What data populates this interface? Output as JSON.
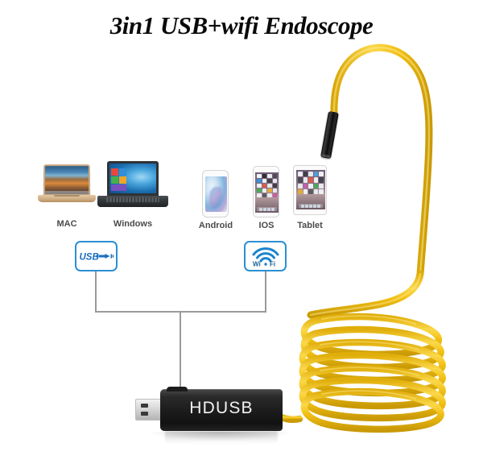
{
  "title": "3in1 USB+wifi Endoscope",
  "devices": [
    {
      "id": "mac",
      "label": "MAC",
      "icon": "macbook-laptop-icon"
    },
    {
      "id": "windows",
      "label": "Windows",
      "icon": "windows-laptop-icon"
    },
    {
      "id": "android",
      "label": "Android",
      "icon": "android-phone-icon"
    },
    {
      "id": "ios",
      "label": "IOS",
      "icon": "iphone-icon"
    },
    {
      "id": "tablet",
      "label": "Tablet",
      "icon": "tablet-icon"
    }
  ],
  "badges": {
    "usb": {
      "label": "USB",
      "icon": "usb-logo-icon"
    },
    "wifi": {
      "label_left": "Wi",
      "label_right": "Fi",
      "icon": "wifi-signal-icon"
    }
  },
  "product": {
    "brand_label": "HDUSB",
    "connector": "usb-a-plug-icon",
    "cable_color": "#F2C014",
    "body_color": "#1b1b1b",
    "camera_head": "endoscope-camera-head-icon"
  },
  "colors": {
    "accent_blue": "#2B8FD4",
    "cable_yellow": "#F2C014",
    "wire_gray": "#9A9A9A",
    "label_gray": "#4A4A4A",
    "title_black": "#0A0A0A"
  }
}
